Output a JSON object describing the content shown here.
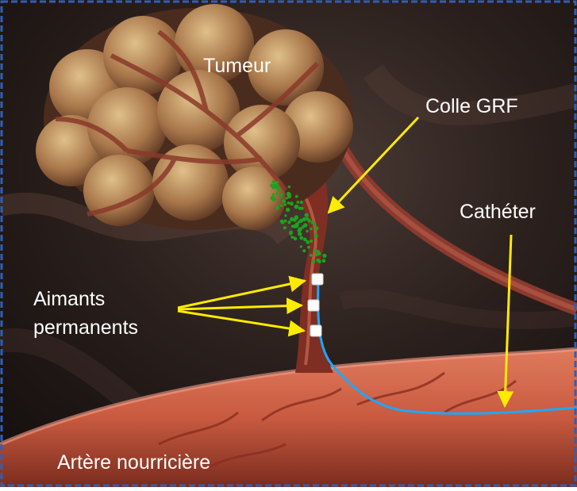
{
  "labels": {
    "tumor": "Tumeur",
    "glue": "Colle GRF",
    "catheter": "Cathéter",
    "magnets_line1": "Aimants",
    "magnets_line2": "permanents",
    "artery": "Artère nourricière"
  },
  "colors": {
    "label_white": "#ffffff",
    "annotation_arrow": "#ffeb00",
    "catheter_line": "#1ea7ff",
    "glue_dots": "#1fa01f",
    "frame_border": "#2f5fb8"
  }
}
